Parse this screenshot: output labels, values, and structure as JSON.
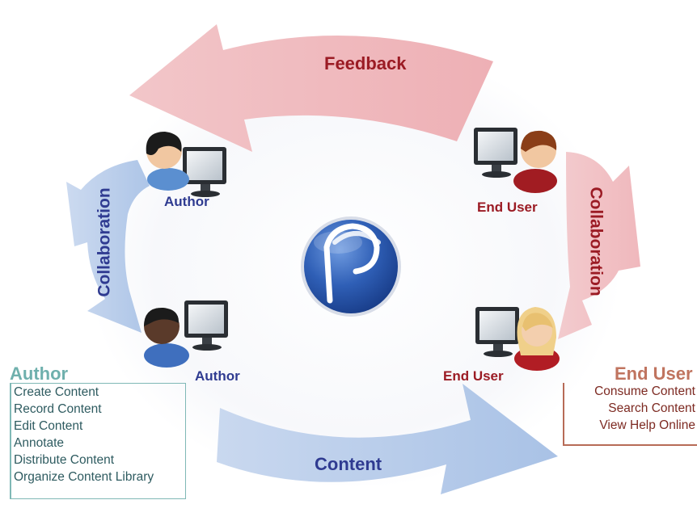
{
  "cycle": {
    "top_arrow_label": "Feedback",
    "bottom_arrow_label": "Content",
    "left_arrow_label": "Collaboration",
    "right_arrow_label": "Collaboration"
  },
  "roles": {
    "author_top": "Author",
    "author_bottom": "Author",
    "enduser_top": "End User",
    "enduser_bottom": "End User"
  },
  "author_panel": {
    "title": "Author",
    "items": [
      "Create Content",
      "Record Content",
      "Edit Content",
      "Annotate",
      "Distribute Content",
      "Organize Content Library"
    ]
  },
  "enduser_panel": {
    "title": "End User",
    "items": [
      "Consume Content",
      "Search Content",
      "View Help Online"
    ]
  },
  "colors": {
    "author_blue": "#2f3b91",
    "enduser_red": "#9b1b24",
    "pink_arrow": "#f0bcc0",
    "blue_arrow": "#b8cdea",
    "author_panel": "#7fb8b6",
    "enduser_panel": "#b76b57"
  },
  "icons": [
    "author-person-icon",
    "enduser-person-icon",
    "computer-monitor-icon",
    "logo-circle-icon"
  ]
}
